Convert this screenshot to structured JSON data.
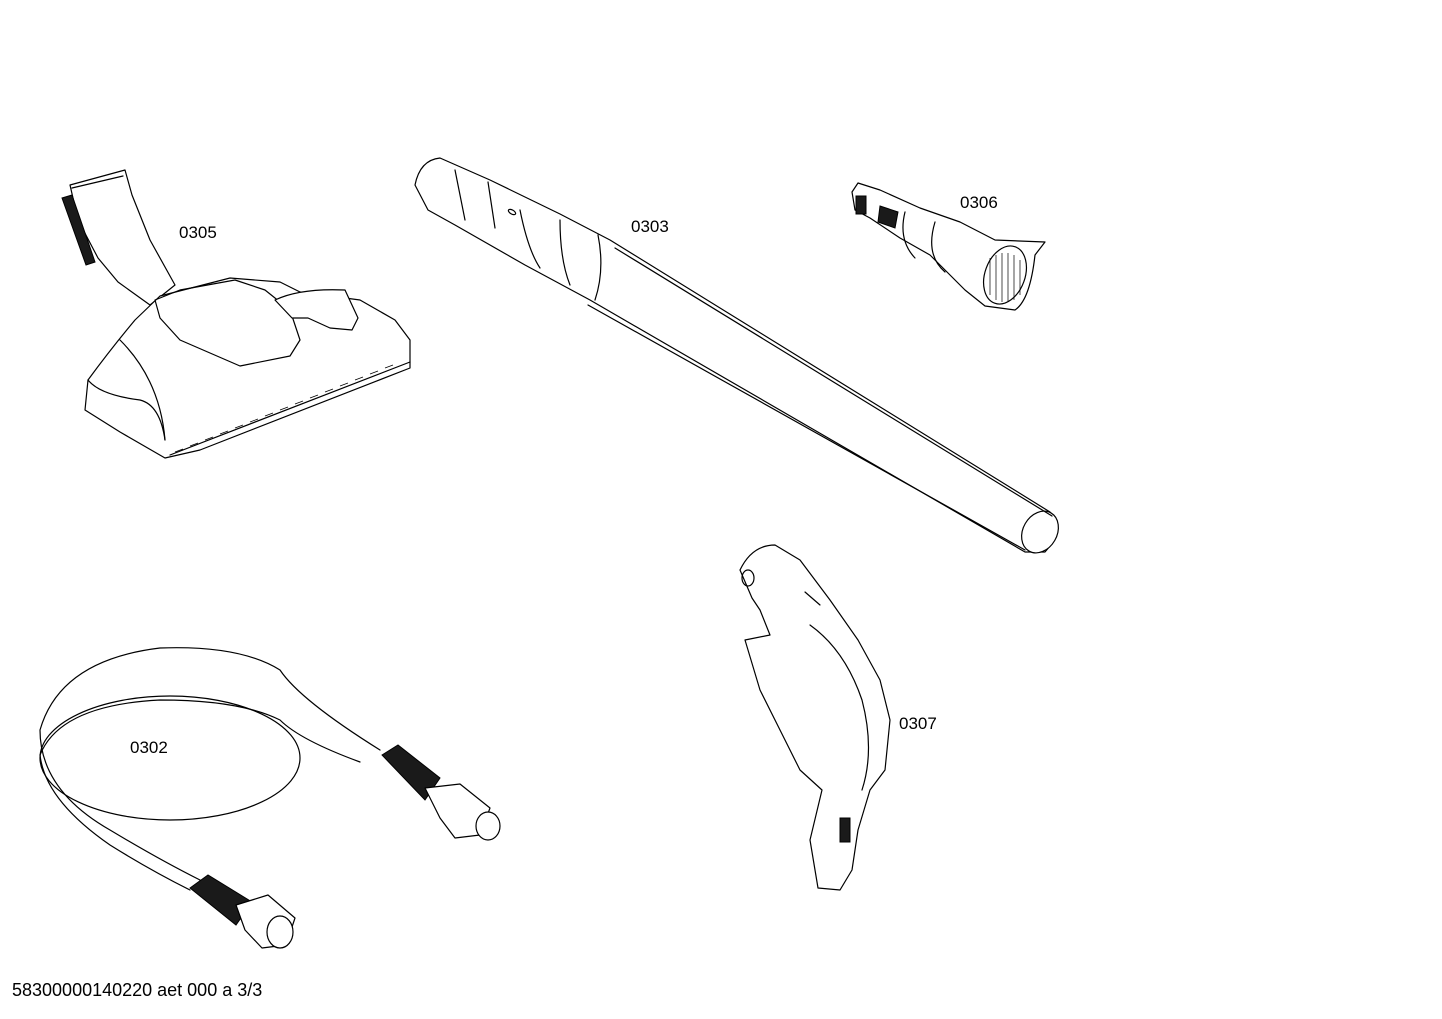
{
  "parts": [
    {
      "id": "floor-nozzle",
      "label": "0305"
    },
    {
      "id": "telescopic-tube",
      "label": "0303"
    },
    {
      "id": "crevice-brush-nozzle",
      "label": "0306"
    },
    {
      "id": "hose",
      "label": "0302"
    },
    {
      "id": "handle",
      "label": "0307"
    }
  ],
  "footer": {
    "document_code": "58300000140220 aet 000 a 3/3"
  }
}
